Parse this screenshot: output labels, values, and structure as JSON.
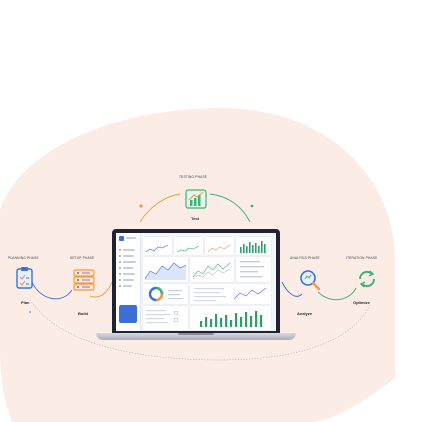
{
  "phases": {
    "planning": {
      "phase": "PLANNING PHASE",
      "step": "Plan"
    },
    "setup": {
      "phase": "SETUP PHASE",
      "step": "Build"
    },
    "testing": {
      "phase": "TESTING PHASE",
      "step": "Test"
    },
    "analysis": {
      "phase": "ANALYSIS PHASE",
      "step": "Analyze"
    },
    "iteration": {
      "phase": "ITERATION PHASE",
      "step": "Optimize"
    }
  },
  "icons": {
    "planning": "clipboard-icon",
    "setup": "server-icon",
    "testing": "growth-chart-icon",
    "analysis": "magnifier-icon",
    "iteration": "refresh-icon"
  },
  "colors": {
    "background_blob": "#fbece6",
    "accent_orange": "#f39a3d",
    "accent_green": "#3bb37a",
    "accent_blue": "#3d6fd8",
    "accent_purple": "#6b5bd6",
    "dashboard_bars": "#2f9e6a"
  }
}
